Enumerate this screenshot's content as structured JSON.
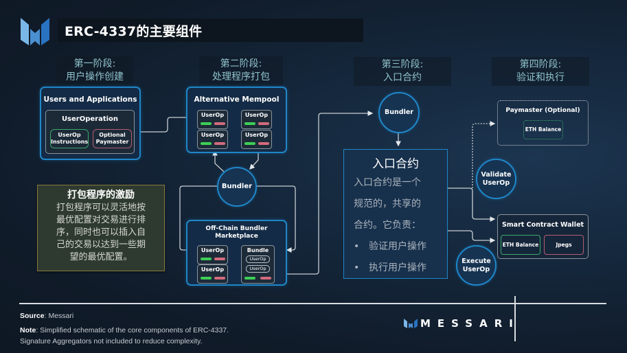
{
  "header": {
    "title": "ERC-4337的主要组件",
    "logo_icon": "messari-logo-icon"
  },
  "stages": [
    {
      "line1": "第一阶段:",
      "line2": "用户操作创建"
    },
    {
      "line1": "第二阶段:",
      "line2": "处理程序打包"
    },
    {
      "line1": "第三阶段:",
      "line2": "入口合约"
    },
    {
      "line1": "第四阶段:",
      "line2": "验证和执行"
    }
  ],
  "users_panel": {
    "title": "Users and Applications",
    "useroperation": {
      "title": "UserOperation",
      "instructions": "UserOp Instructions",
      "instructions_l1": "UserOp",
      "instructions_l2": "Instructions",
      "paymaster_l1": "Optional",
      "paymaster_l2": "Paymaster"
    }
  },
  "mempool_panel": {
    "title": "Alternative Mempool",
    "items": [
      "UserOp",
      "UserOp",
      "UserOp",
      "UserOp"
    ]
  },
  "bundler_stage2": {
    "label": "Bundler"
  },
  "marketplace_panel": {
    "title_l1": "Off-Chain Bundler",
    "title_l2": "Marketplace",
    "items": [
      "UserOp",
      "UserOp"
    ],
    "bundle": {
      "title": "Bundle",
      "items": [
        "UserOp",
        "UserOp"
      ]
    }
  },
  "incentive_note": {
    "title": "打包程序的激励",
    "body": "打包程序可以灵活地按最优配置对交易进行排序，同时也可以插入自己的交易以达到一些期望的最优配置。",
    "lines": [
      "打包程序可以灵活地按",
      "最优配置对交易进行排",
      "序，同时也可以插入自",
      "己的交易以达到一些期",
      "望的最优配置。"
    ]
  },
  "bundler_stage3": {
    "label": "Bundler"
  },
  "entry_point": {
    "title": "入口合约",
    "lines": [
      "入口合约是一个",
      "规范的，共享的",
      "合约。它负责："
    ],
    "bullets": [
      "验证用户操作",
      "执行用户操作"
    ]
  },
  "paymaster": {
    "title": "Paymaster (Optional)",
    "eth_balance": "ETH Balance"
  },
  "validate": {
    "l1": "Validate",
    "l2": "UserOp"
  },
  "execute": {
    "l1": "Execute",
    "l2": "UserOp"
  },
  "wallet": {
    "title": "Smart Contract Wallet",
    "eth_balance": "ETH Balance",
    "jpegs": "Jpegs"
  },
  "footer": {
    "source_label": "Source",
    "source_value": ": Messari",
    "note_label": "Note",
    "note_value": ": Simplified schematic of the core components of ERC-4337.",
    "note_line2": "Signature Aggregators not included to reduce complexity.",
    "brand": "MESSARI"
  },
  "colors": {
    "accent_blue": "#1f87c9",
    "stage_text": "#8fc2cc",
    "green": "#3ecf57",
    "red": "#d36b7c",
    "note_bg": "#2e3a2f",
    "note_border": "#8a7a3c"
  }
}
